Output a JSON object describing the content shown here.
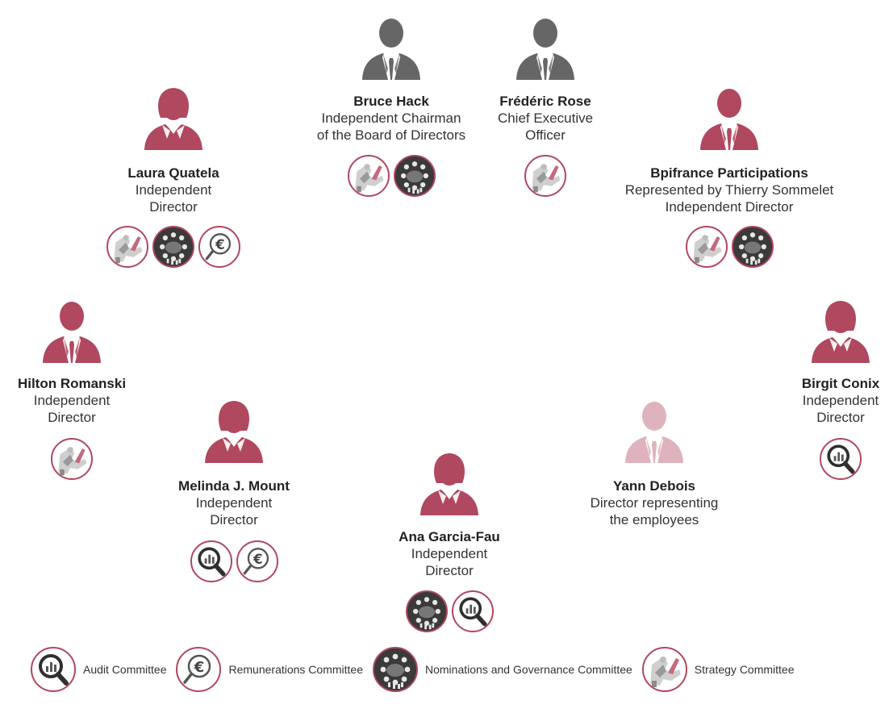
{
  "colors": {
    "accent": "#b0485f",
    "gray": "#666666",
    "light": "#dfb3bd",
    "badge_dark": "#3a3a3a"
  },
  "members": [
    {
      "id": "bruce-hack",
      "name": "Bruce Hack",
      "lines": [
        "Independent Chairman",
        "of the Board of Directors"
      ],
      "gender": "male",
      "color": "gray",
      "committees": [
        "strategy",
        "nominations"
      ]
    },
    {
      "id": "frederic-rose",
      "name": "Frédéric Rose",
      "lines": [
        "Chief Executive",
        "Officer"
      ],
      "gender": "male",
      "color": "gray",
      "committees": [
        "strategy"
      ]
    },
    {
      "id": "laura-quatela",
      "name": "Laura Quatela",
      "lines": [
        "Independent",
        "Director"
      ],
      "gender": "female",
      "color": "accent",
      "committees": [
        "strategy",
        "nominations",
        "remuneration"
      ]
    },
    {
      "id": "bpifrance",
      "name": "Bpifrance Participations",
      "lines": [
        "Represented by Thierry Sommelet",
        "Independent Director"
      ],
      "gender": "male",
      "color": "accent",
      "committees": [
        "strategy",
        "nominations"
      ]
    },
    {
      "id": "hilton-romanski",
      "name": "Hilton Romanski",
      "lines": [
        "Independent",
        "Director"
      ],
      "gender": "male",
      "color": "accent",
      "committees": [
        "strategy"
      ]
    },
    {
      "id": "birgit-conix",
      "name": "Birgit Conix",
      "lines": [
        "Independent",
        "Director"
      ],
      "gender": "female",
      "color": "accent",
      "committees": [
        "audit"
      ]
    },
    {
      "id": "melinda-mount",
      "name": "Melinda J. Mount",
      "lines": [
        "Independent",
        "Director"
      ],
      "gender": "female",
      "color": "accent",
      "committees": [
        "audit",
        "remuneration"
      ]
    },
    {
      "id": "yann-debois",
      "name": "Yann Debois",
      "lines": [
        "Director representing",
        "the employees"
      ],
      "gender": "male",
      "color": "light",
      "committees": []
    },
    {
      "id": "ana-garcia-fau",
      "name": "Ana Garcia-Fau",
      "lines": [
        "Independent",
        "Director"
      ],
      "gender": "female",
      "color": "accent",
      "committees": [
        "nominations",
        "audit"
      ]
    }
  ],
  "legend": [
    {
      "key": "audit",
      "label": "Audit Committee",
      "icon": "magnifier-chart-icon"
    },
    {
      "key": "remuneration",
      "label": "Remunerations Committee",
      "icon": "magnifier-euro-icon"
    },
    {
      "key": "nominations",
      "label": "Nominations and Governance Committee",
      "icon": "meeting-table-icon"
    },
    {
      "key": "strategy",
      "label": "Strategy Committee",
      "icon": "chess-strategy-icon"
    }
  ]
}
